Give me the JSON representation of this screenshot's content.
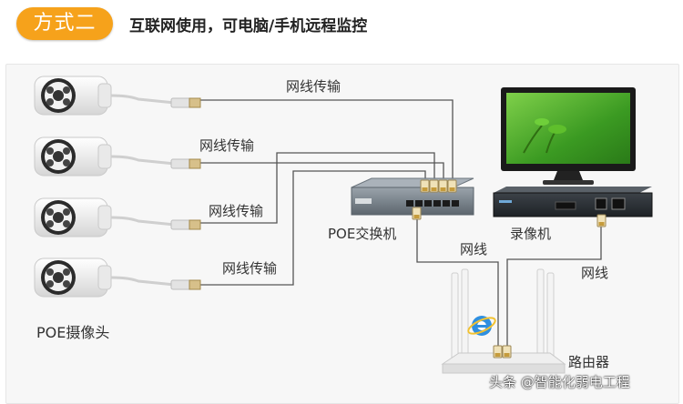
{
  "header": {
    "badge": "方式二",
    "title": "互联网使用，可电脑/手机远程监控"
  },
  "labels": {
    "cable1": "网线传输",
    "cable2": "网线传输",
    "cable3": "网线传输",
    "cable4": "网线传输",
    "cameras": "POE摄像头",
    "switch": "POE交换机",
    "nvr": "录像机",
    "cable_switch_router": "网线",
    "cable_nvr_router": "网线",
    "router": "路由器"
  },
  "watermark": "头条 @智能化弱电工程",
  "colors": {
    "accent": "#f6a21b",
    "cable": "#555555",
    "panel": "#f7f7f7",
    "screen": "#4caf2e"
  },
  "icons": [
    "camera-icon",
    "switch-icon",
    "nvr-icon",
    "monitor-icon",
    "router-icon",
    "ie-icon"
  ]
}
